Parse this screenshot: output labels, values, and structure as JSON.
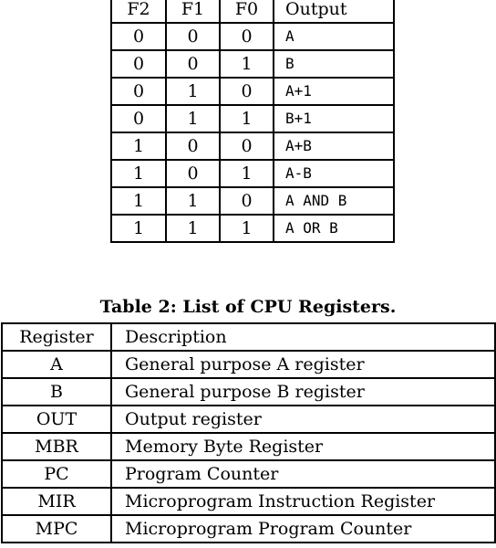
{
  "alu_table": {
    "headers": [
      "F2",
      "F1",
      "F0",
      "Output"
    ],
    "rows": [
      [
        "0",
        "0",
        "0",
        "A"
      ],
      [
        "0",
        "0",
        "1",
        "B"
      ],
      [
        "0",
        "1",
        "0",
        "A+1"
      ],
      [
        "0",
        "1",
        "1",
        "B+1"
      ],
      [
        "1",
        "0",
        "0",
        "A+B"
      ],
      [
        "1",
        "0",
        "1",
        "A-B"
      ],
      [
        "1",
        "1",
        "0",
        "A AND B"
      ],
      [
        "1",
        "1",
        "1",
        "A OR B"
      ]
    ]
  },
  "table2": {
    "caption": "Table 2: List of CPU Registers.",
    "headers": [
      "Register",
      "Description"
    ],
    "rows": [
      [
        "A",
        "General purpose A register"
      ],
      [
        "B",
        "General purpose B register"
      ],
      [
        "OUT",
        "Output register"
      ],
      [
        "MBR",
        "Memory Byte Register"
      ],
      [
        "PC",
        "Program Counter"
      ],
      [
        "MIR",
        "Microprogram Instruction Register"
      ],
      [
        "MPC",
        "Microprogram Program Counter"
      ]
    ]
  }
}
